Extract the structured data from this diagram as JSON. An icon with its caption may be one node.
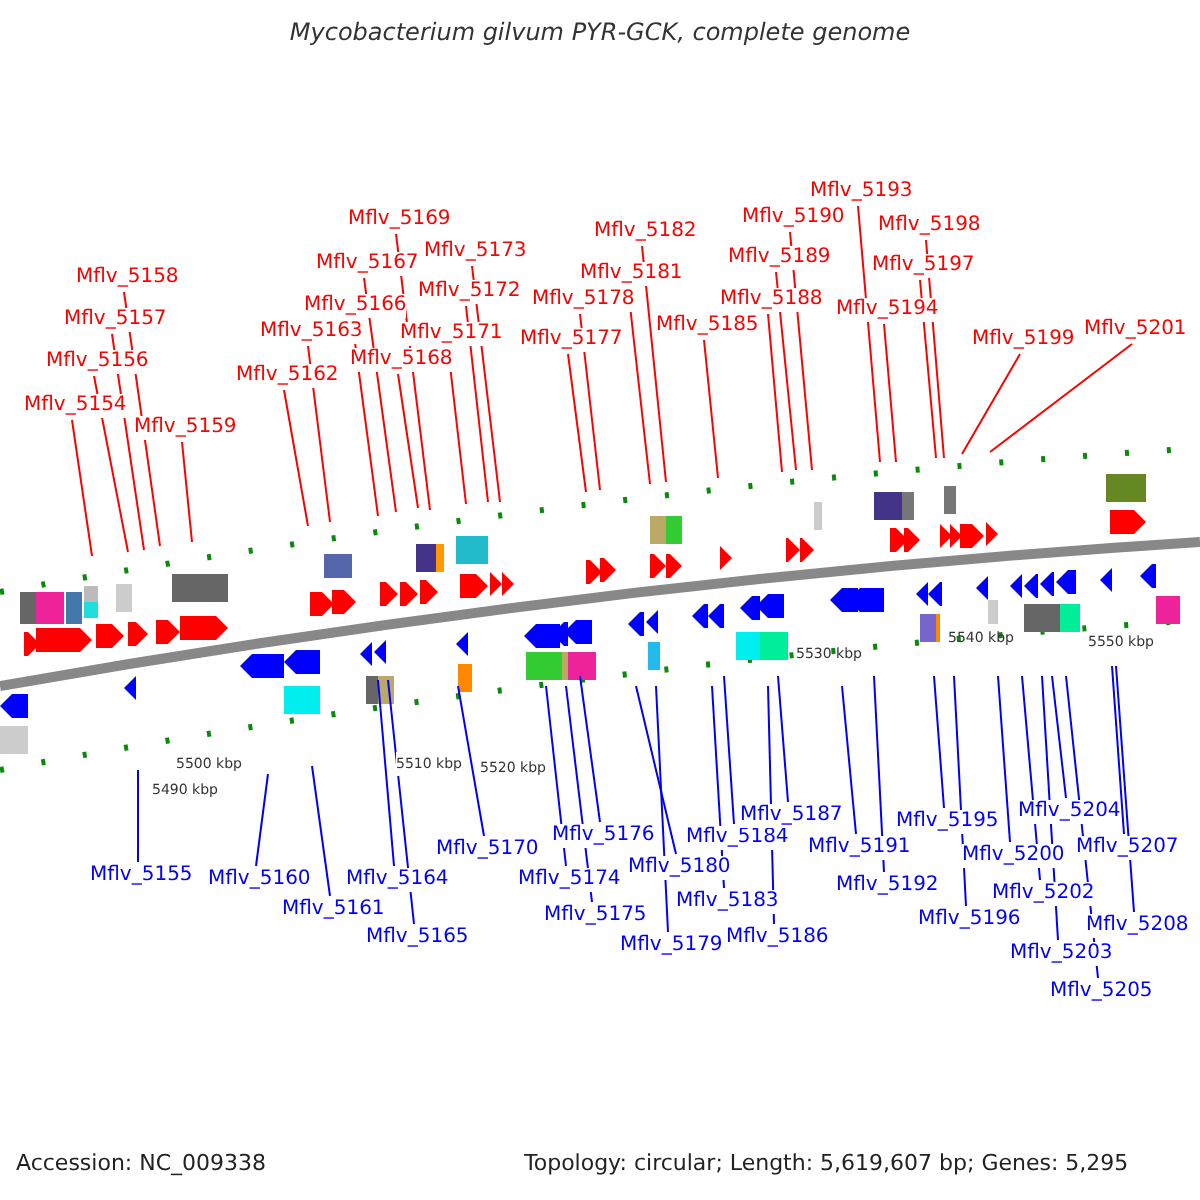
{
  "diagram": {
    "title": "Mycobacterium gilvum PYR-GCK, complete genome",
    "nodes": [
      {
        "text": [
          "Mflv_5154"
        ]
      },
      {
        "text": [
          "Mflv_5156"
        ]
      },
      {
        "text": [
          "Mflv_5157"
        ]
      },
      {
        "text": [
          "Mflv_5158"
        ]
      },
      {
        "text": [
          "Mflv_5159"
        ]
      },
      {
        "text": [
          "Mflv_5162"
        ]
      },
      {
        "text": [
          "Mflv_5163"
        ]
      },
      {
        "text": [
          "Mflv_5166"
        ]
      },
      {
        "text": [
          "Mflv_5167"
        ]
      },
      {
        "text": [
          "Mflv_5168"
        ]
      },
      {
        "text": [
          "Mflv_5169"
        ]
      },
      {
        "text": [
          "Mflv_5171"
        ]
      },
      {
        "text": [
          "Mflv_5172"
        ]
      },
      {
        "text": [
          "Mflv_5173"
        ]
      },
      {
        "text": [
          "Mflv_5177"
        ]
      },
      {
        "text": [
          "Mflv_5178"
        ]
      },
      {
        "text": [
          "Mflv_5181"
        ]
      },
      {
        "text": [
          "Mflv_5182"
        ]
      },
      {
        "text": [
          "Mflv_5185"
        ]
      },
      {
        "text": [
          "Mflv_5188"
        ]
      },
      {
        "text": [
          "Mflv_5189"
        ]
      },
      {
        "text": [
          "Mflv_5190"
        ]
      },
      {
        "text": [
          "Mflv_5193"
        ]
      },
      {
        "text": [
          "Mflv_5194"
        ]
      },
      {
        "text": [
          "Mflv_5197"
        ]
      },
      {
        "text": [
          "Mflv_5198"
        ]
      },
      {
        "text": [
          "Mflv_5199"
        ]
      },
      {
        "text": [
          "Mflv_5201"
        ]
      },
      {
        "text": [
          "Mflv_5155"
        ]
      },
      {
        "text": [
          "Mflv_5160"
        ]
      },
      {
        "text": [
          "Mflv_5161"
        ]
      },
      {
        "text": [
          "Mflv_5164"
        ]
      },
      {
        "text": [
          "Mflv_5165"
        ]
      },
      {
        "text": [
          "Mflv_5170"
        ]
      },
      {
        "text": [
          "Mflv_5174"
        ]
      },
      {
        "text": [
          "Mflv_5175"
        ]
      },
      {
        "text": [
          "Mflv_5176"
        ]
      },
      {
        "text": [
          "Mflv_5179"
        ]
      },
      {
        "text": [
          "Mflv_5180"
        ]
      },
      {
        "text": [
          "Mflv_5183"
        ]
      },
      {
        "text": [
          "Mflv_5184"
        ]
      },
      {
        "text": [
          "Mflv_5186"
        ]
      },
      {
        "text": [
          "Mflv_5187"
        ]
      },
      {
        "text": [
          "Mflv_5191"
        ]
      },
      {
        "text": [
          "Mflv_5192"
        ]
      },
      {
        "text": [
          "Mflv_5195"
        ]
      },
      {
        "text": [
          "Mflv_5196"
        ]
      },
      {
        "text": [
          "Mflv_5200"
        ]
      },
      {
        "text": [
          "Mflv_5202"
        ]
      },
      {
        "text": [
          "Mflv_5203"
        ]
      },
      {
        "text": [
          "Mflv_5204"
        ]
      },
      {
        "text": [
          "Mflv_5205"
        ]
      },
      {
        "text": [
          "Mflv_5207"
        ]
      },
      {
        "text": [
          "Mflv_5208"
        ]
      }
    ],
    "edges": [
      {
        "from": 0,
        "to": null,
        "arrow": "none"
      },
      {
        "from": 1,
        "to": null,
        "arrow": "none"
      },
      {
        "from": 2,
        "to": null,
        "arrow": "none"
      },
      {
        "from": 3,
        "to": null,
        "arrow": "none"
      },
      {
        "from": 4,
        "to": null,
        "arrow": "none"
      },
      {
        "from": 5,
        "to": null,
        "arrow": "none"
      },
      {
        "from": 6,
        "to": null,
        "arrow": "none"
      },
      {
        "from": 7,
        "to": null,
        "arrow": "none"
      },
      {
        "from": 8,
        "to": null,
        "arrow": "none"
      },
      {
        "from": 9,
        "to": null,
        "arrow": "none"
      },
      {
        "from": 10,
        "to": null,
        "arrow": "none"
      },
      {
        "from": 11,
        "to": null,
        "arrow": "none"
      },
      {
        "from": 12,
        "to": null,
        "arrow": "none"
      },
      {
        "from": 13,
        "to": null,
        "arrow": "none"
      },
      {
        "from": 14,
        "to": null,
        "arrow": "none"
      },
      {
        "from": 15,
        "to": null,
        "arrow": "none"
      },
      {
        "from": 16,
        "to": null,
        "arrow": "none"
      },
      {
        "from": 17,
        "to": null,
        "arrow": "none"
      },
      {
        "from": 18,
        "to": null,
        "arrow": "none"
      },
      {
        "from": 19,
        "to": null,
        "arrow": "none"
      },
      {
        "from": 20,
        "to": null,
        "arrow": "none"
      },
      {
        "from": 21,
        "to": null,
        "arrow": "none"
      },
      {
        "from": 22,
        "to": null,
        "arrow": "none"
      },
      {
        "from": 23,
        "to": null,
        "arrow": "none"
      },
      {
        "from": 24,
        "to": null,
        "arrow": "none"
      },
      {
        "from": 25,
        "to": null,
        "arrow": "none"
      },
      {
        "from": 26,
        "to": null,
        "arrow": "none"
      },
      {
        "from": 27,
        "to": null,
        "arrow": "none"
      },
      {
        "from": 28,
        "to": null,
        "arrow": "none",
        "color": "#0000ff"
      },
      {
        "from": 29,
        "to": null,
        "arrow": "none",
        "color": "#0000ff"
      },
      {
        "from": 30,
        "to": null,
        "arrow": "none",
        "color": "#0000ff"
      },
      {
        "from": 31,
        "to": null,
        "arrow": "none",
        "color": "#0000ff"
      },
      {
        "from": 32,
        "to": null,
        "arrow": "none",
        "color": "#0000ff"
      },
      {
        "from": 33,
        "to": null,
        "arrow": "none",
        "color": "#0000ff"
      },
      {
        "from": 34,
        "to": null,
        "arrow": "none",
        "color": "#0000ff"
      },
      {
        "from": 35,
        "to": null,
        "arrow": "none",
        "color": "#0000ff"
      },
      {
        "from": 36,
        "to": null,
        "arrow": "none",
        "color": "#0000ff"
      },
      {
        "from": 37,
        "to": null,
        "arrow": "none",
        "color": "#0000ff"
      },
      {
        "from": 38,
        "to": null,
        "arrow": "none",
        "color": "#0000ff"
      },
      {
        "from": 39,
        "to": null,
        "arrow": "none",
        "color": "#0000ff"
      },
      {
        "from": 40,
        "to": null,
        "arrow": "none",
        "color": "#0000ff"
      },
      {
        "from": 41,
        "to": null,
        "arrow": "none",
        "color": "#0000ff"
      },
      {
        "from": 42,
        "to": null,
        "arrow": "none",
        "color": "#0000ff"
      },
      {
        "from": 43,
        "to": null,
        "arrow": "none",
        "color": "#0000ff"
      },
      {
        "from": 44,
        "to": null,
        "arrow": "none",
        "color": "#0000ff"
      },
      {
        "from": 45,
        "to": null,
        "arrow": "none",
        "color": "#0000ff"
      },
      {
        "from": 46,
        "to": null,
        "arrow": "none",
        "color": "#0000ff"
      },
      {
        "from": 47,
        "to": null,
        "arrow": "none",
        "color": "#0000ff"
      },
      {
        "from": 48,
        "to": null,
        "arrow": "none",
        "color": "#0000ff"
      },
      {
        "from": 49,
        "to": null,
        "arrow": "none",
        "color": "#0000ff"
      },
      {
        "from": 50,
        "to": null,
        "arrow": "none",
        "color": "#0000ff"
      },
      {
        "from": 51,
        "to": null,
        "arrow": "none",
        "color": "#0000ff"
      },
      {
        "from": 52,
        "to": null,
        "arrow": "none",
        "color": "#0000ff"
      },
      {
        "from": 53,
        "to": null,
        "arrow": "none",
        "color": "#0000ff"
      }
    ],
    "labels": [
      "5490 kbp",
      "5500 kbp",
      "5510 kbp",
      "5520 kbp",
      "5530 kbp",
      "5540 kbp",
      "5550 kbp",
      "Accession: NC_009338",
      "Topology: circular; Length: 5,619,607 bp; Genes: 5,295"
    ]
  }
}
